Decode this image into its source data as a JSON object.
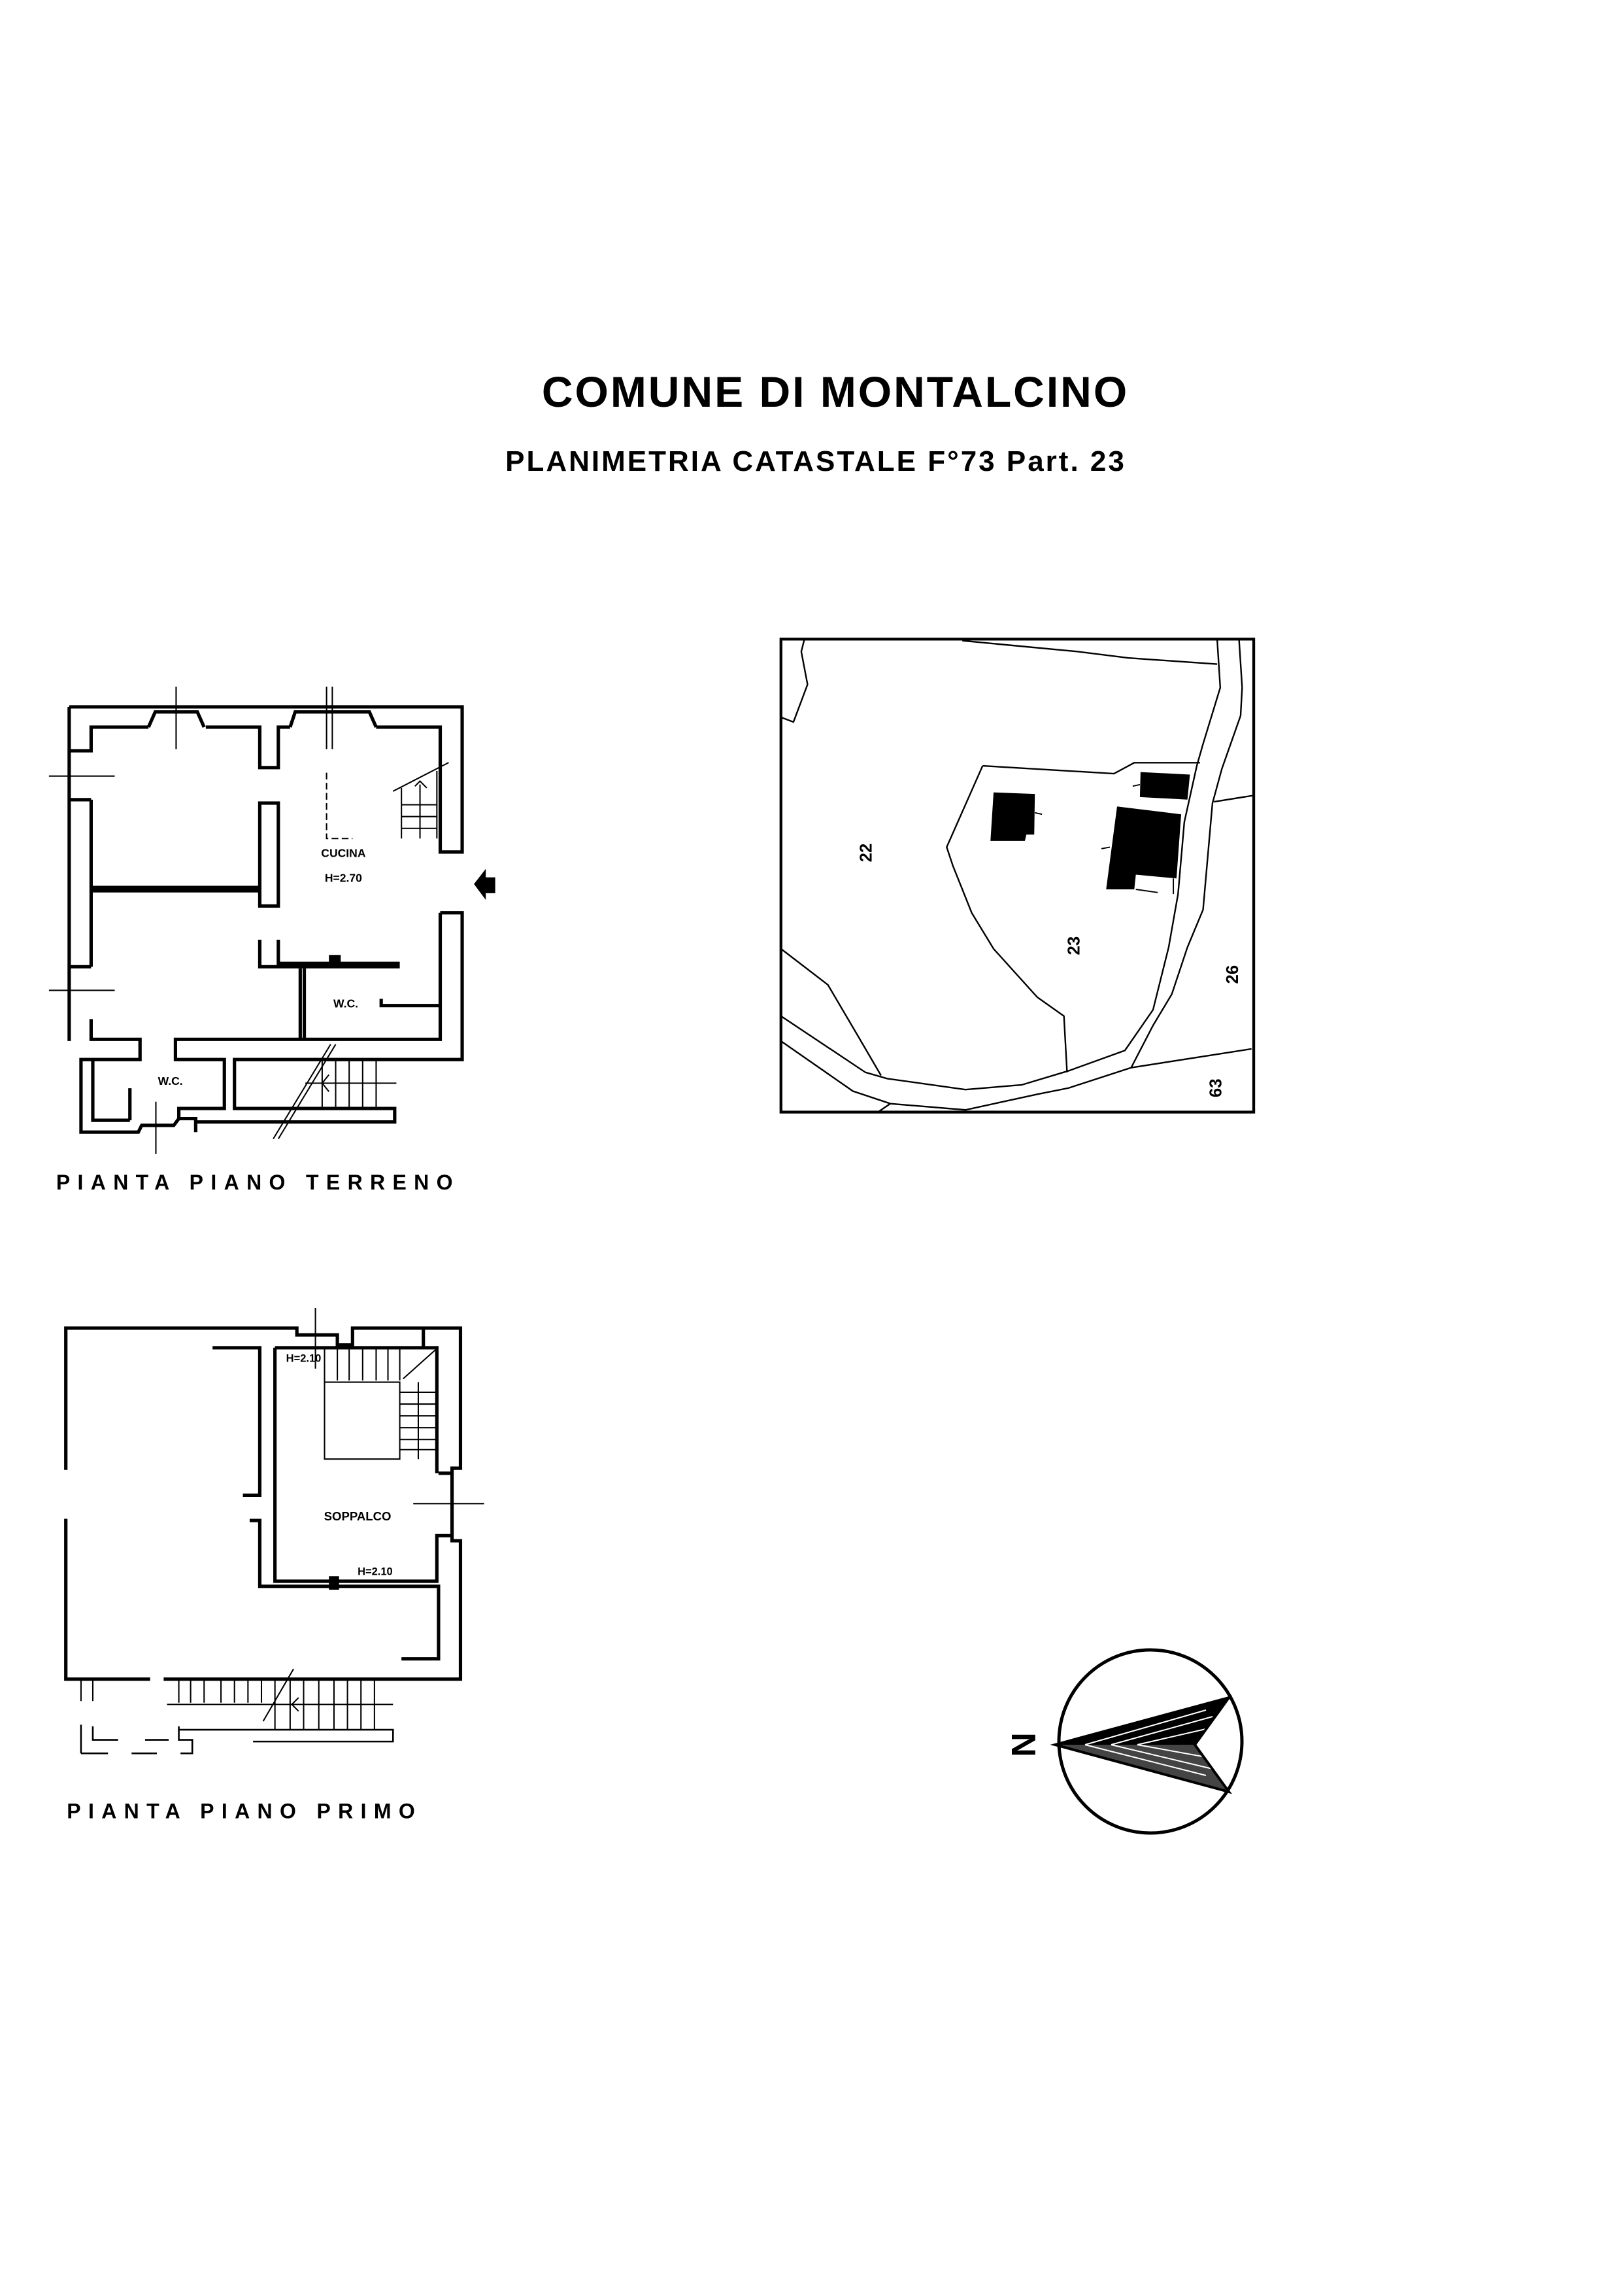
{
  "header": {
    "title": "COMUNE DI MONTALCINO",
    "subtitle": "PLANIMETRIA CATASTALE F°73 Part. 23"
  },
  "ground_floor": {
    "caption": "PIANTA PIANO TERRENO",
    "rooms": {
      "kitchen": "CUCINA",
      "kitchen_height": "H=2.70",
      "wc_upper": "W.C.",
      "wc_lower": "W.C."
    },
    "entrance_icon": "entrance-arrow-icon"
  },
  "first_floor": {
    "caption": "PIANTA PIANO PRIMO",
    "rooms": {
      "mezzanine": "SOPPALCO",
      "height_top": "H=2.10",
      "height_bottom": "H=2.10"
    }
  },
  "cadastral_map": {
    "parcels": [
      "22",
      "23",
      "26",
      "63"
    ]
  },
  "compass": {
    "letter": "N",
    "icon": "north-arrow-icon"
  }
}
